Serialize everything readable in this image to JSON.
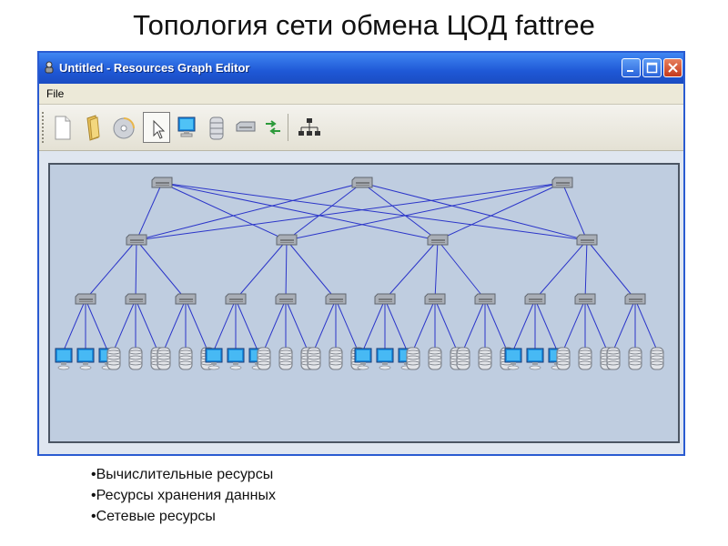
{
  "slide": {
    "title": "Топология сети обмена ЦОД fattree",
    "legend": [
      "•Вычислительные ресурсы",
      "•Ресурсы хранения данных",
      "•Сетевые ресурсы"
    ]
  },
  "window": {
    "title": "Untitled - Resources Graph Editor",
    "controls": [
      "minimize",
      "maximize",
      "close"
    ]
  },
  "menu": {
    "items": [
      "File"
    ]
  },
  "toolbar": {
    "tools": [
      {
        "icon": "new-document-icon"
      },
      {
        "icon": "open-folder-icon"
      },
      {
        "icon": "save-disk-icon"
      },
      {
        "icon": "pointer-icon",
        "selected": true
      },
      {
        "icon": "computer-icon"
      },
      {
        "icon": "storage-icon"
      },
      {
        "icon": "switch-icon"
      },
      {
        "icon": "link-icon"
      },
      {
        "icon": "tree-layout-icon"
      }
    ]
  },
  "topology": {
    "core_switches": 3,
    "aggregation_switches": 4,
    "edge_switches": 12,
    "node_groups": [
      [
        "computer",
        "computer",
        "computer"
      ],
      [
        "storage",
        "storage",
        "storage"
      ],
      [
        "storage",
        "storage",
        "storage"
      ],
      [
        "computer",
        "computer",
        "computer"
      ],
      [
        "storage",
        "storage",
        "storage"
      ],
      [
        "storage",
        "storage",
        "storage"
      ],
      [
        "computer",
        "computer",
        "computer"
      ],
      [
        "storage",
        "storage",
        "storage"
      ],
      [
        "storage",
        "storage",
        "storage"
      ],
      [
        "computer",
        "computer",
        "computer"
      ],
      [
        "storage",
        "storage",
        "storage"
      ],
      [
        "storage",
        "storage",
        "storage"
      ]
    ]
  },
  "colors": {
    "titlebar": "#2a63db",
    "canvas_bg": "#bfcde0",
    "link": "#2b35c9",
    "switch": "#a9aeb6"
  }
}
